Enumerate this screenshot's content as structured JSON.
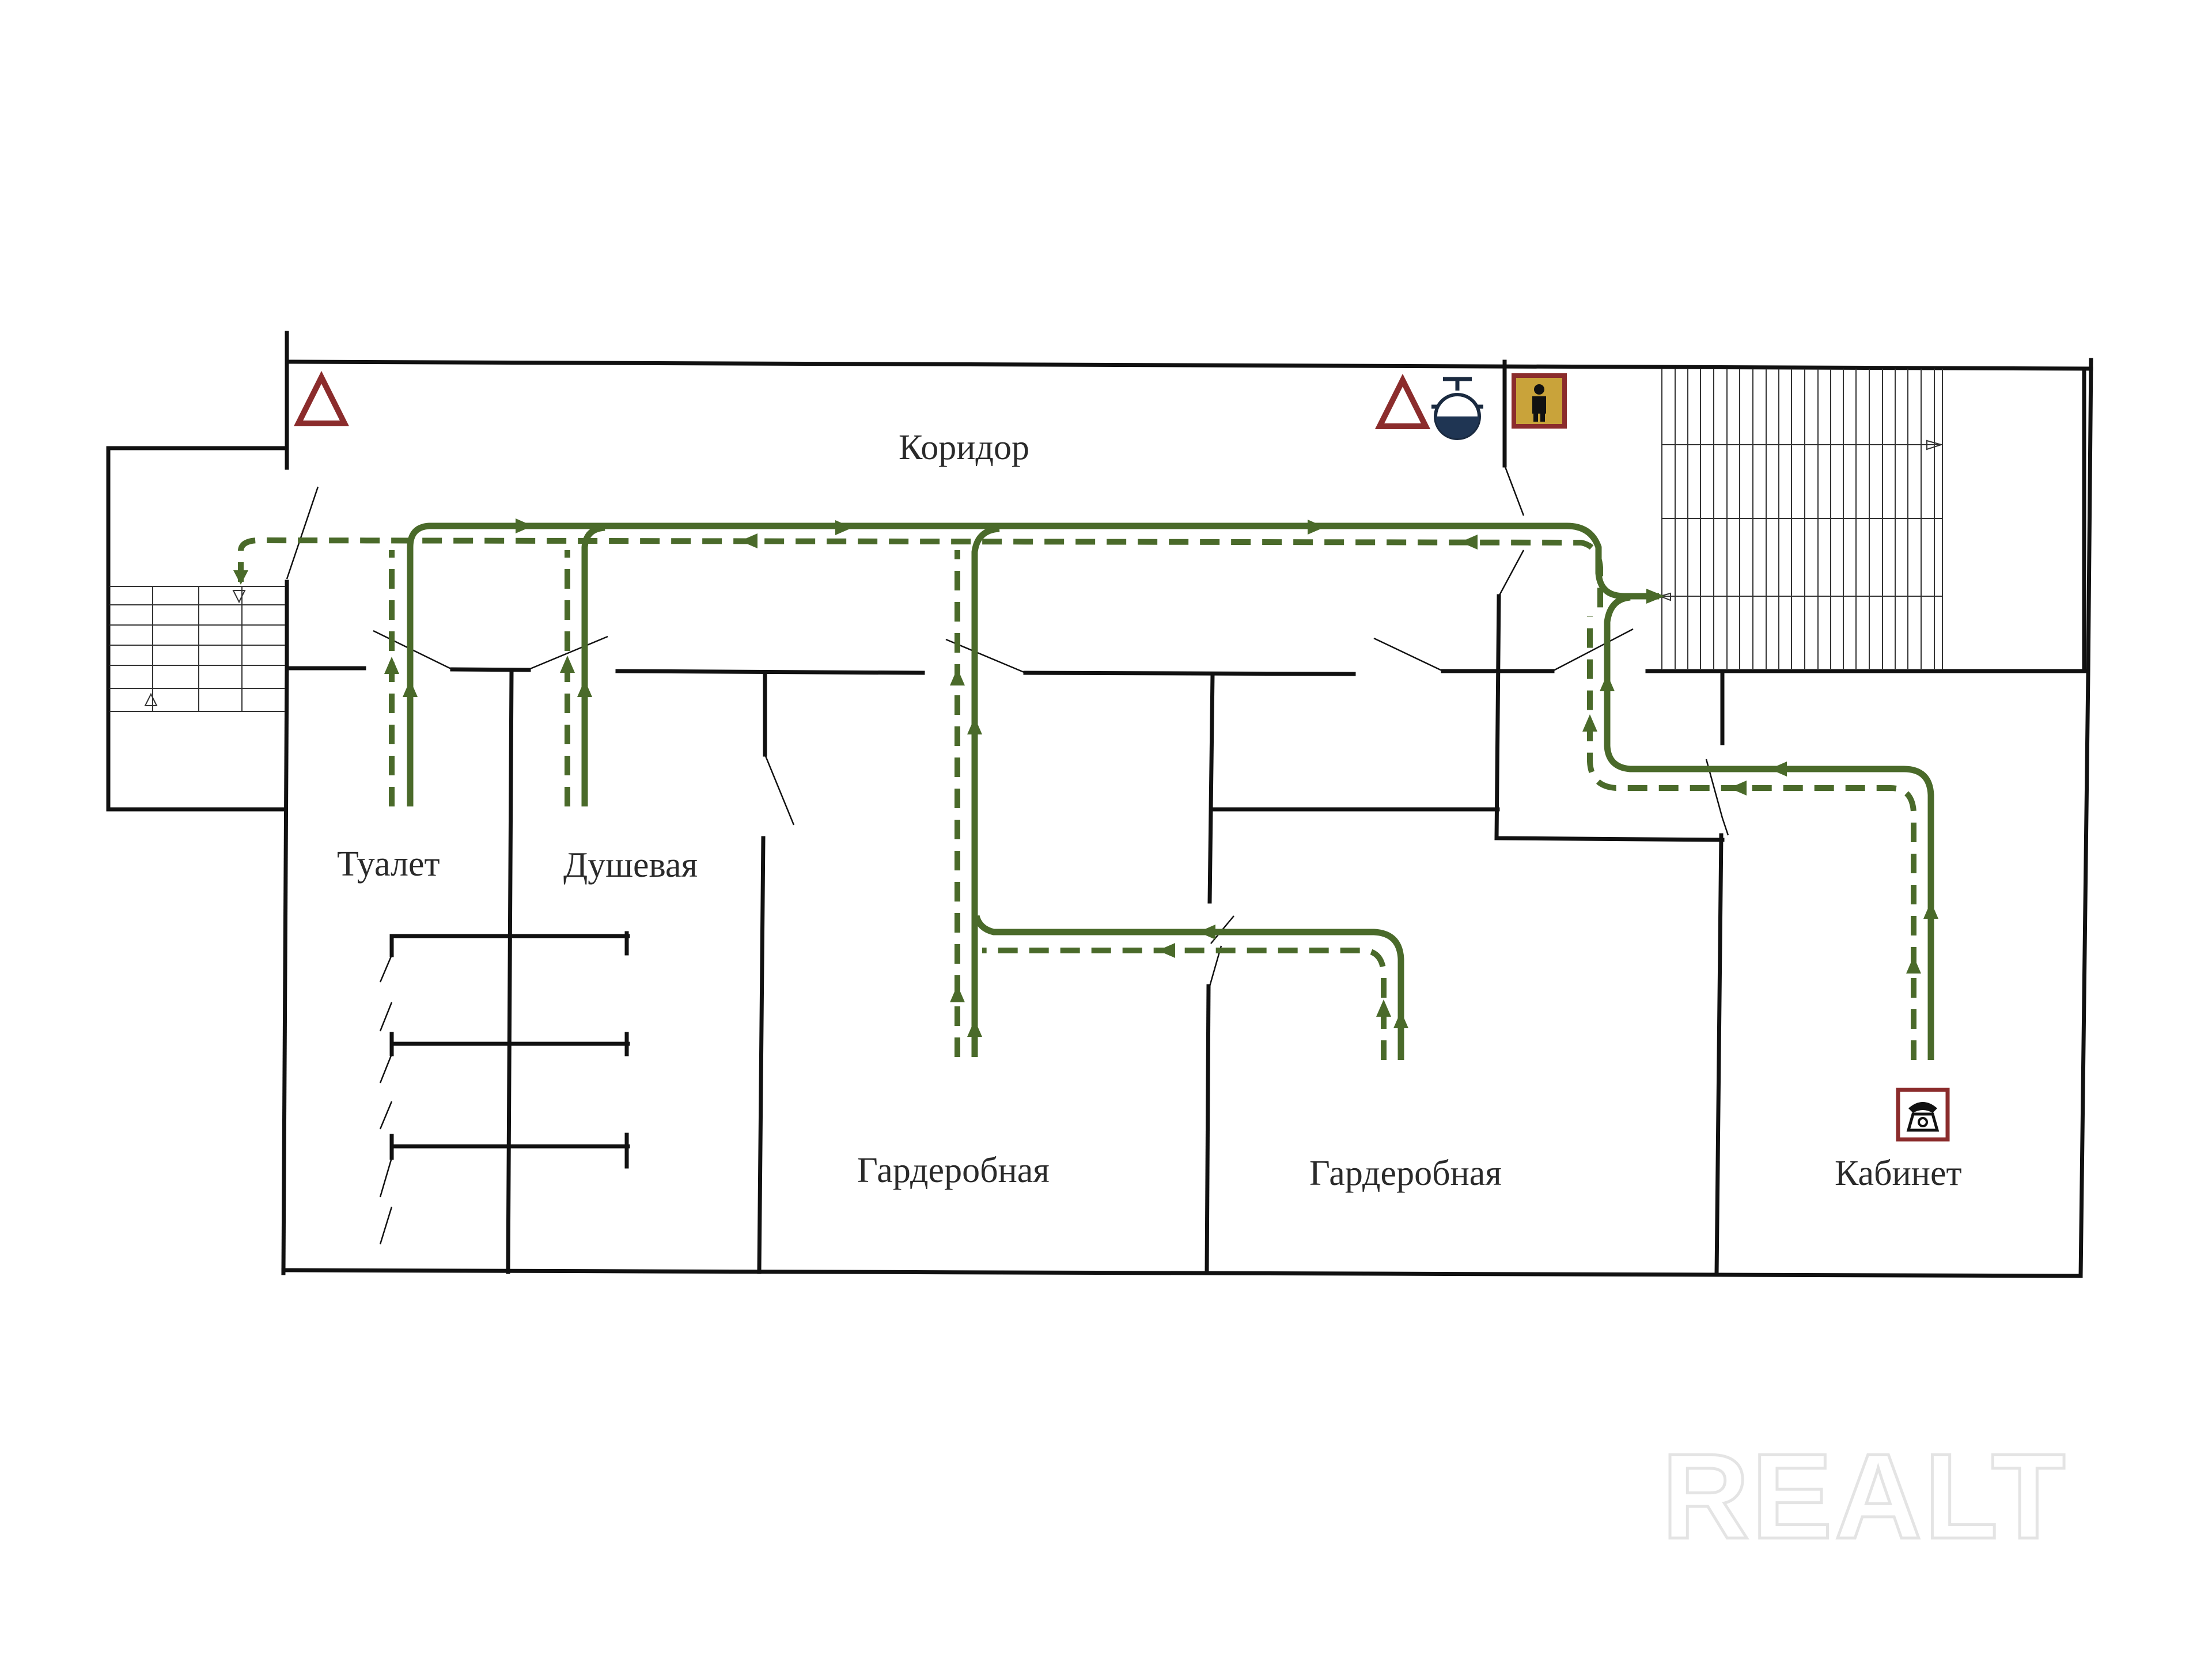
{
  "rooms": {
    "corridor": "Коридор",
    "toilet": "Туалет",
    "shower": "Душевая",
    "wardrobe_1": "Гардеробная",
    "wardrobe_2": "Гардеробная",
    "office": "Кабинет"
  },
  "watermark": "REALT",
  "icons": {
    "warning_triangle": "warning-triangle-icon",
    "fire_valve": "fire-valve-icon",
    "emergency_exit_person": "emergency-person-icon",
    "phone": "phone-icon"
  },
  "colors": {
    "route": "#4a6a2a",
    "warning": "#8b2c2c",
    "exit_sign_bg": "#c9a33a",
    "walls": "#111111"
  }
}
